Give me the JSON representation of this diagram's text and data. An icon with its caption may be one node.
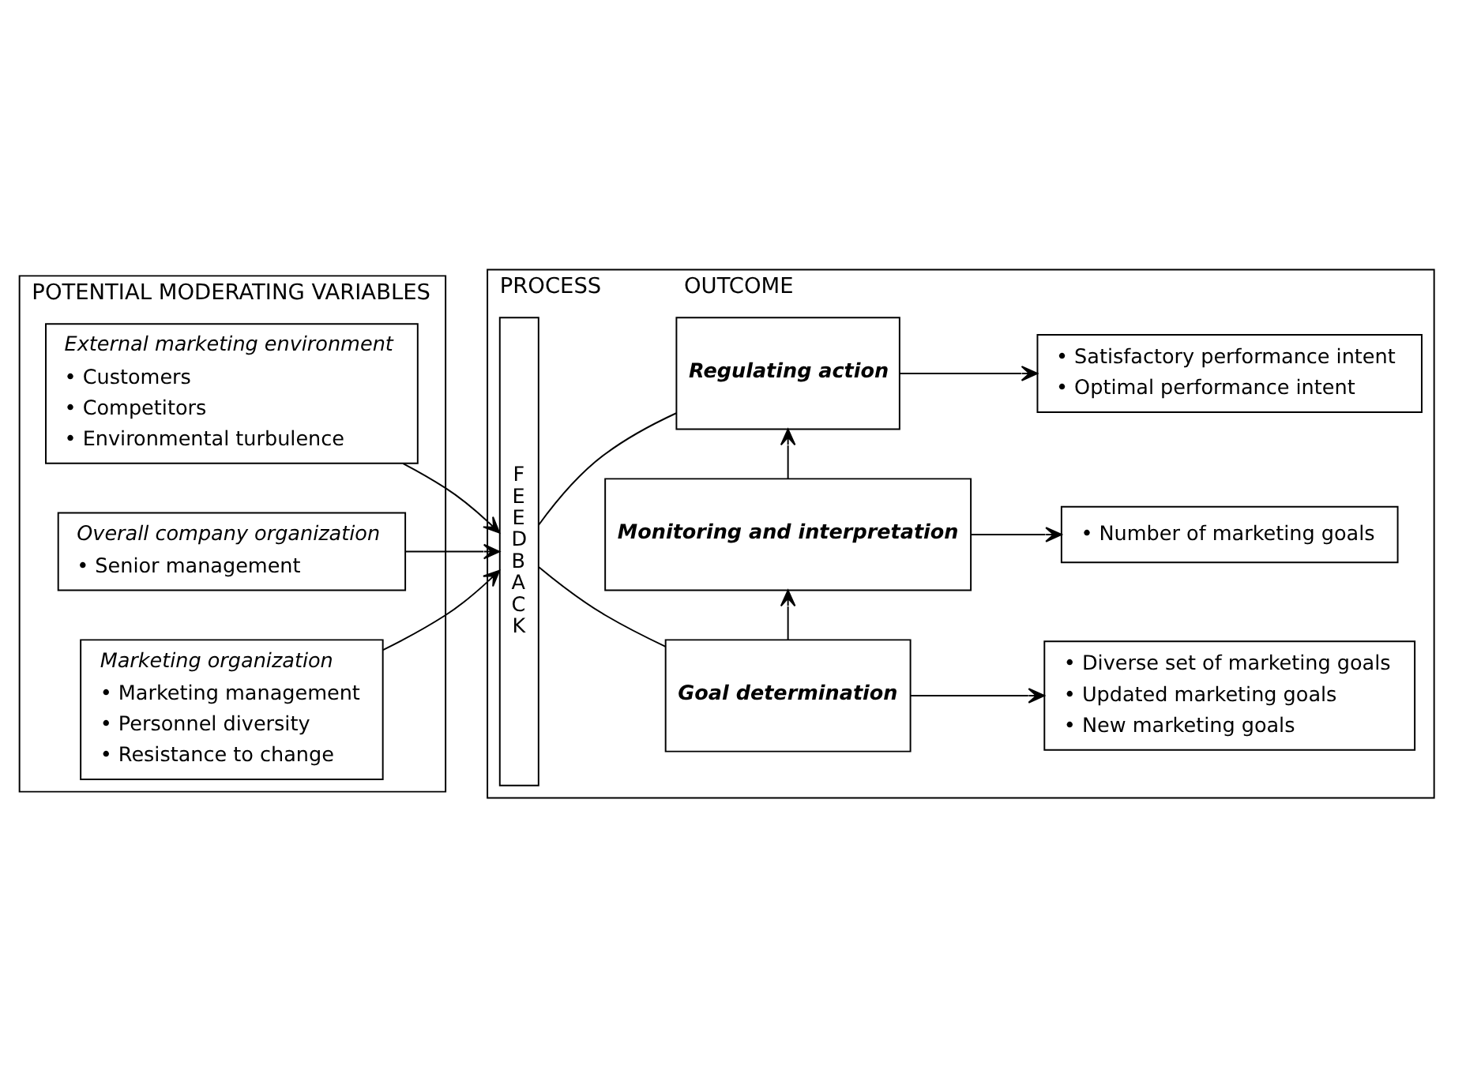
{
  "diagram": {
    "nodes": [
      {
        "text": [
          "POTENTIAL MODERATING VARIABLES"
        ]
      },
      {
        "text": [
          "External marketing environment",
          "• Customers",
          "• Competitors",
          "• Environmental turbulence"
        ],
        "in": 0
      },
      {
        "text": [
          "Overall company organization",
          "• Senior management"
        ],
        "in": 0
      },
      {
        "text": [
          "Marketing organization",
          "• Marketing management",
          "• Personnel diversity",
          "• Resistance to change"
        ],
        "in": 0
      },
      {
        "text": [
          "PROCESS",
          "OUTCOME"
        ]
      },
      {
        "text": [
          "FEEDBACK"
        ],
        "in": 4
      },
      {
        "text": [
          "Goal determination"
        ],
        "in": 4
      },
      {
        "text": [
          "Monitoring and interpretation"
        ],
        "in": 4
      },
      {
        "text": [
          "Regulating action"
        ],
        "in": 4
      },
      {
        "text": [
          "• Diverse set of marketing goals",
          "• Updated marketing goals",
          "• New marketing goals"
        ],
        "in": 4
      },
      {
        "text": [
          "• Number of marketing goals"
        ],
        "in": 4
      },
      {
        "text": [
          "• Satisfactory performance intent",
          "• Optimal performance intent"
        ],
        "in": 4
      }
    ],
    "edges": [
      {
        "from": 1,
        "to": 5,
        "arrow": "to"
      },
      {
        "from": 2,
        "to": 5,
        "arrow": "to"
      },
      {
        "from": 3,
        "to": 5,
        "arrow": "to"
      },
      {
        "from": 6,
        "to": 7,
        "arrow": "to"
      },
      {
        "from": 7,
        "to": 8,
        "arrow": "to"
      },
      {
        "from": 8,
        "to": 5,
        "arrow": "none"
      },
      {
        "from": 5,
        "to": 6,
        "arrow": "none"
      },
      {
        "from": 6,
        "to": 9,
        "arrow": "to"
      },
      {
        "from": 7,
        "to": 10,
        "arrow": "to"
      },
      {
        "from": 8,
        "to": 11,
        "arrow": "to"
      }
    ]
  }
}
